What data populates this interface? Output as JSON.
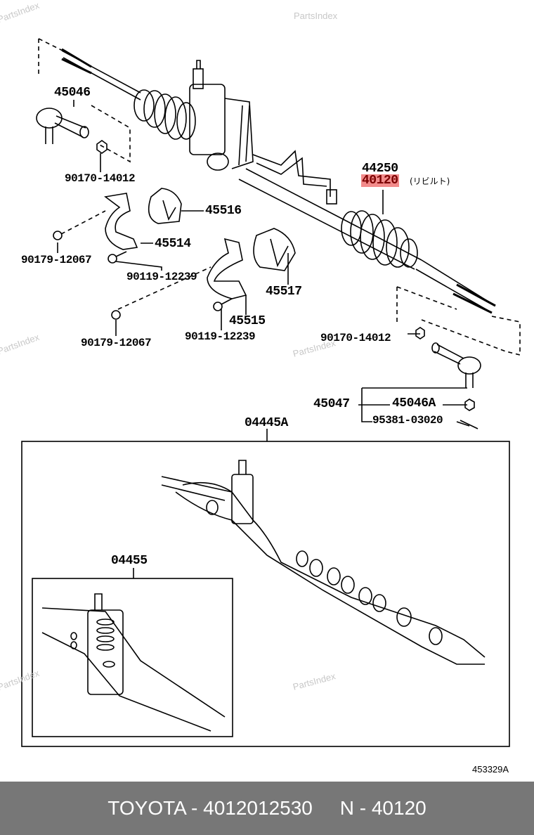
{
  "watermark": "PartsIndex",
  "labels": {
    "p45046": "45046",
    "p90170_a": "90170-14012",
    "p45516": "45516",
    "p45514": "45514",
    "p90179_a": "90179-12067",
    "p90119_a": "90119-12239",
    "p45517": "45517",
    "p45515": "45515",
    "p90179_b": "90179-12067",
    "p90119_b": "90119-12239",
    "p44250": "44250",
    "p40120": "40120",
    "rebuilt_note": "(リビルト)",
    "p90170_b": "90170-14012",
    "p45047": "45047",
    "p45046A": "45046A",
    "p95381": "95381-03020",
    "p04445A": "04445A",
    "p04455": "04455"
  },
  "diagram_code": "453329A",
  "highlight_color": "#f28b8b",
  "footer": {
    "brand": "TOYOTA",
    "part_number": "4012012530",
    "ref": "N - 40120",
    "text": "TOYOTA - 4012012530     N - 40120"
  }
}
